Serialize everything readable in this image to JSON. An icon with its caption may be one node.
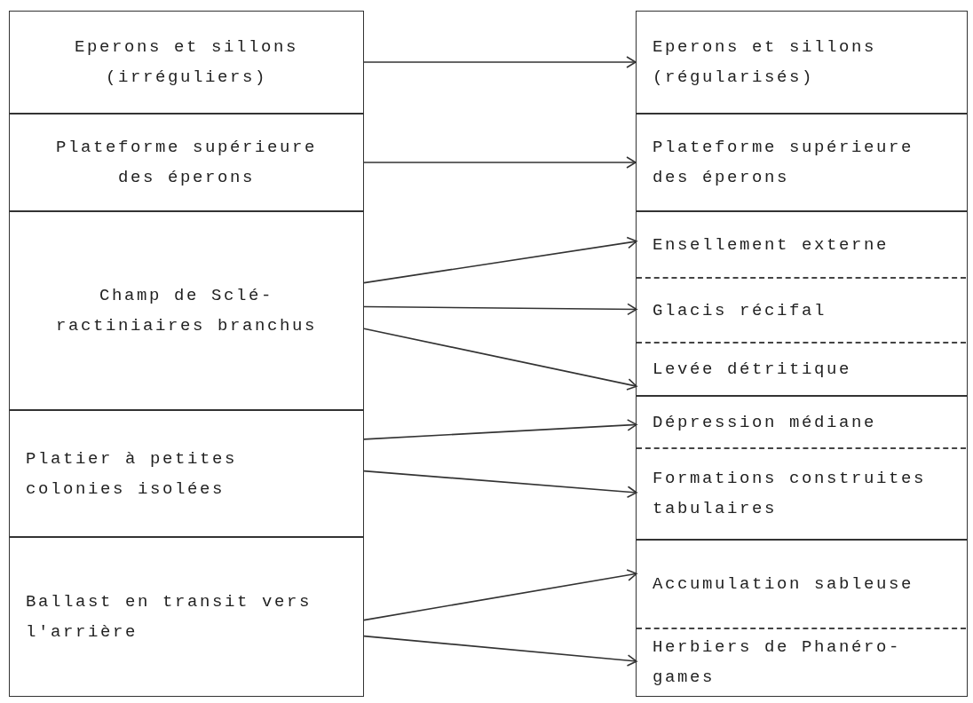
{
  "diagram": {
    "nodes": [
      {
        "text": [
          "Eperons et sillons (irréguliers)"
        ]
      },
      {
        "text": [
          "Plateforme supérieure des éperons"
        ]
      },
      {
        "text": [
          "Champ de Sclé- ractiniaires branchus"
        ]
      },
      {
        "text": [
          "Platier à petites colonies isolées"
        ]
      },
      {
        "text": [
          "Ballast en transit vers l'arrière"
        ]
      },
      {
        "text": [
          "Eperons et sillons (régularisés)"
        ]
      },
      {
        "text": [
          "Plateforme supérieure des éperons"
        ]
      },
      {
        "text": [],
        "shape": "box"
      },
      {
        "text": [
          "Ensellement externe"
        ],
        "in": 7
      },
      {
        "text": [
          "Glacis récifal"
        ],
        "in": 7
      },
      {
        "text": [
          "Levée détritique"
        ],
        "in": 7
      },
      {
        "text": [],
        "shape": "box"
      },
      {
        "text": [
          "Dépression médiane"
        ],
        "in": 11
      },
      {
        "text": [
          "Formations construites tabulaires"
        ],
        "in": 11
      },
      {
        "text": [],
        "shape": "box"
      },
      {
        "text": [
          "Accumulation sableuse"
        ],
        "in": 14
      },
      {
        "text": [
          "Herbiers de Phanéro- games"
        ],
        "in": 14
      }
    ],
    "edges": [
      {
        "from": 0,
        "to": 5,
        "arrow": "to"
      },
      {
        "from": 1,
        "to": 6,
        "arrow": "to"
      },
      {
        "from": 2,
        "to": 8,
        "arrow": "to"
      },
      {
        "from": 2,
        "to": 9,
        "arrow": "to"
      },
      {
        "from": 2,
        "to": 10,
        "arrow": "to"
      },
      {
        "from": 3,
        "to": 12,
        "arrow": "to"
      },
      {
        "from": 3,
        "to": 13,
        "arrow": "to"
      },
      {
        "from": 4,
        "to": 15,
        "arrow": "to"
      },
      {
        "from": 4,
        "to": 16,
        "arrow": "to"
      }
    ]
  }
}
